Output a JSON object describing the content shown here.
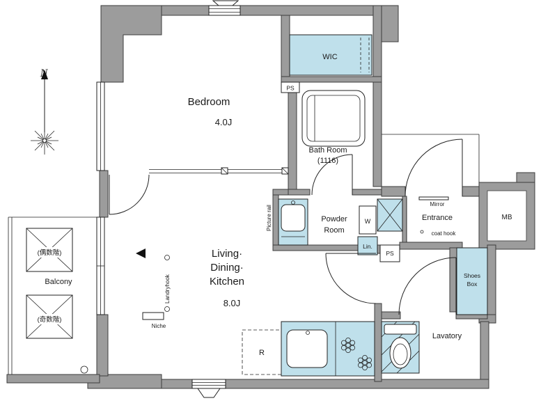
{
  "plan": {
    "compass_north": "N",
    "rooms": {
      "bedroom": {
        "name": "Bedroom",
        "size": "4.0J"
      },
      "living": {
        "line1": "Living·",
        "line2": "Dining·",
        "line3": "Kitchen",
        "size": "8.0J"
      },
      "wic": {
        "name": "WIC"
      },
      "bath": {
        "name": "Bath Room",
        "size": "(1116)"
      },
      "powder": {
        "line1": "Powder",
        "line2": "Room"
      },
      "entrance": {
        "name": "Entrance"
      },
      "meter_box": {
        "name": "MB"
      },
      "shoes_box": {
        "line1": "Shoes",
        "line2": "Box"
      },
      "lavatory": {
        "name": "Lavatory"
      },
      "balcony": {
        "name": "Balcony",
        "even_floors": "(偶数階)",
        "odd_floors": "(奇数階)"
      }
    },
    "fixtures": {
      "ps_upper": "PS",
      "ps_lower": "PS",
      "washer": "W",
      "linen": "Lin.",
      "refrigerator": "R",
      "niche": "Niche",
      "laundry_hook": "Landryhook",
      "picture_rail": "Picture rail",
      "mirror": "Mirror",
      "coat_hook": "coat hook"
    },
    "colors": {
      "wall": "#9c9c9c",
      "fixture_highlight": "#bfe0eb",
      "line": "#222222"
    }
  }
}
